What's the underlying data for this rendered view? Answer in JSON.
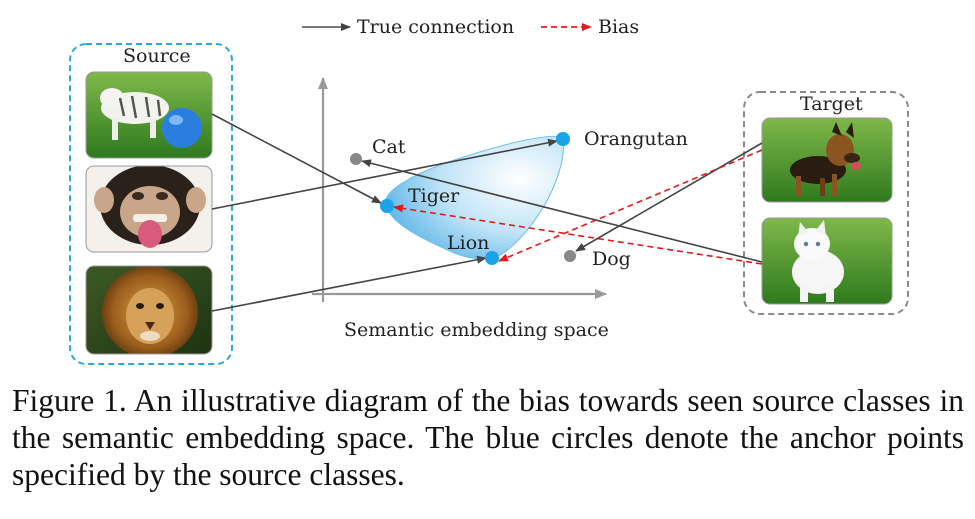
{
  "legend": {
    "true_connection": "True connection",
    "bias": "Bias"
  },
  "groups": {
    "source": "Source",
    "target": "Target"
  },
  "axis_label": "Semantic embedding space",
  "points": {
    "cat": "Cat",
    "orangutan": "Orangutan",
    "tiger": "Tiger",
    "lion": "Lion",
    "dog": "Dog"
  },
  "images": {
    "source": [
      "white tiger photo",
      "chimpanzee photo",
      "lion photo"
    ],
    "target": [
      "german shepherd dog photo",
      "white cat photo"
    ]
  },
  "caption": "Figure 1. An illustrative diagram of the bias towards seen source classes in the semantic embedding space. The blue circles denote the anchor points specified by the source classes.",
  "colors": {
    "source_box": "#2aa9d8",
    "target_box": "#8a8a8a",
    "anchor": "#1aa3e8",
    "unseen": "#888888",
    "bias": "#e01b1b",
    "true": "#444444"
  }
}
